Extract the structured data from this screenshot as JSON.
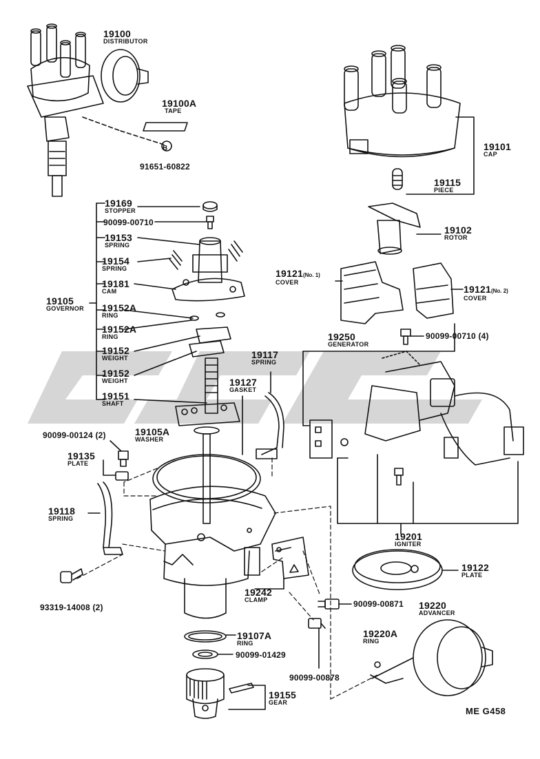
{
  "parts": {
    "distributor": {
      "number": "19100",
      "name": "DISTRIBUTOR"
    },
    "tape": {
      "number": "19100A",
      "name": "TAPE"
    },
    "tape_bolt": {
      "number": "91651-60822",
      "symbol": "B"
    },
    "cap": {
      "number": "19101",
      "name": "CAP"
    },
    "piece": {
      "number": "19115",
      "name": "PIECE"
    },
    "rotor": {
      "number": "19102",
      "name": "ROTOR"
    },
    "cover_no1": {
      "number": "19121",
      "qualifier": "(No. 1)",
      "name": "COVER"
    },
    "cover_no2": {
      "number": "19121",
      "qualifier": "(No. 2)",
      "name": "COVER"
    },
    "screw_4": {
      "number": "90099-00710 (4)"
    },
    "generator": {
      "number": "19250",
      "name": "GENERATOR"
    },
    "igniter": {
      "number": "19201",
      "name": "IGNITER"
    },
    "plate_19122": {
      "number": "19122",
      "name": "PLATE"
    },
    "advancer": {
      "number": "19220",
      "name": "ADVANCER"
    },
    "ring_19220a": {
      "number": "19220A",
      "name": "RING"
    },
    "screw_00871": {
      "number": "90099-00871"
    },
    "screw_00878": {
      "number": "90099-00878"
    },
    "clamp": {
      "number": "19242",
      "name": "CLAMP"
    },
    "ring_19107a": {
      "number": "19107A",
      "name": "RING"
    },
    "washer_01429": {
      "number": "90099-01429"
    },
    "gear": {
      "number": "19155",
      "name": "GEAR"
    },
    "governor": {
      "number": "19105",
      "name": "GOVERNOR"
    },
    "stopper": {
      "number": "19169",
      "name": "STOPPER"
    },
    "screw_00710": {
      "number": "90099-00710"
    },
    "spring_19153": {
      "number": "19153",
      "name": "SPRING"
    },
    "spring_19154": {
      "number": "19154",
      "name": "SPRING"
    },
    "cam": {
      "number": "19181",
      "name": "CAM"
    },
    "ring_19152a_1": {
      "number": "19152A",
      "name": "RING"
    },
    "ring_19152a_2": {
      "number": "19152A",
      "name": "RING"
    },
    "weight_1": {
      "number": "19152",
      "name": "WEIGHT"
    },
    "weight_2": {
      "number": "19152",
      "name": "WEIGHT"
    },
    "shaft": {
      "number": "19151",
      "name": "SHAFT"
    },
    "spring_19117": {
      "number": "19117",
      "name": "SPRING"
    },
    "gasket": {
      "number": "19127",
      "name": "GASKET"
    },
    "washer_19105a": {
      "number": "19105A",
      "name": "WASHER"
    },
    "screw_00124": {
      "number": "90099-00124 (2)"
    },
    "plate_19135": {
      "number": "19135",
      "name": "PLATE"
    },
    "spring_19118": {
      "number": "19118",
      "name": "SPRING"
    },
    "bolt_14008": {
      "number": "93319-14008 (2)"
    }
  },
  "figure_code": "ME  G458",
  "colors": {
    "ink": "#111111",
    "watermark": "#c8c8c8"
  }
}
